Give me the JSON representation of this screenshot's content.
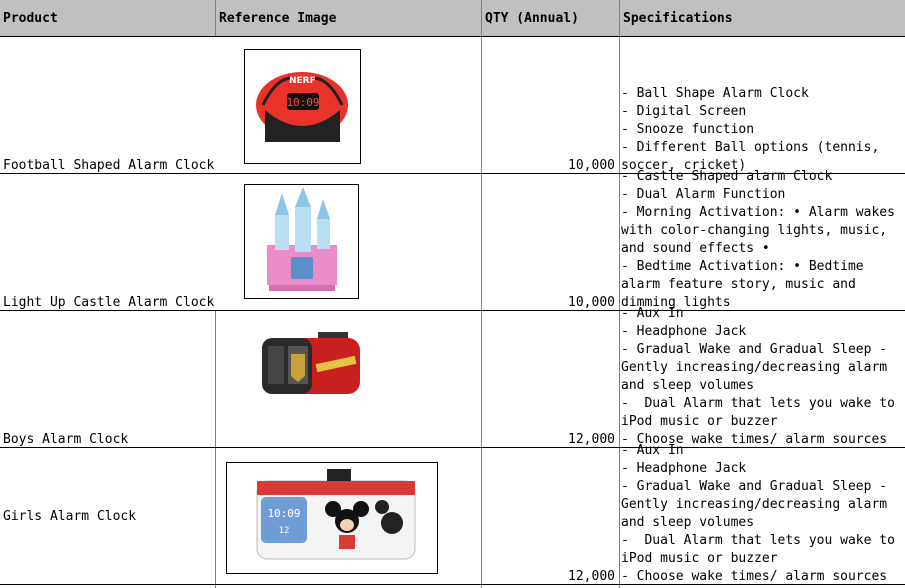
{
  "columns": [
    "Product",
    "Reference Image",
    "QTY (Annual)",
    "Specifications"
  ],
  "rows": [
    {
      "product": "Football Shaped Alarm Clock",
      "image_icon": "football-alarm-clock-image",
      "image_text": {
        "brand": "NERF",
        "time": "10:09"
      },
      "qty": "10,000",
      "specs": "- Ball Shape Alarm Clock\n- Digital Screen\n- Snooze function\n- Different Ball options (tennis, soccer, cricket)"
    },
    {
      "product": "Light Up Castle Alarm Clock",
      "image_icon": "castle-alarm-clock-image",
      "qty": "10,000",
      "specs": "- Castle Shaped alarm Clock\n- Dual Alarm Function\n- Morning Activation: • Alarm wakes with color-changing lights, music, and sound effects •\n- Bedtime Activation: • Bedtime alarm feature story, music and dimming lights"
    },
    {
      "product": "Boys Alarm Clock",
      "image_icon": "iron-man-alarm-clock-image",
      "qty": "12,000",
      "specs": "- Aux In\n- Headphone Jack\n- Gradual Wake and Gradual Sleep - Gently increasing/decreasing alarm and sleep volumes\n-  Dual Alarm that lets you wake to iPod music or buzzer\n- Choose wake times/ alarm sources"
    },
    {
      "product": "Girls Alarm Clock",
      "image_icon": "mickey-alarm-clock-image",
      "image_text": {
        "time": "10:09",
        "date": "12"
      },
      "qty": "12,000",
      "specs": "- Aux In\n- Headphone Jack\n- Gradual Wake and Gradual Sleep - Gently increasing/decreasing alarm and sleep volumes\n-  Dual Alarm that lets you wake to iPod music or buzzer\n- Choose wake times/ alarm sources"
    }
  ],
  "colors": {
    "header_bg": "#c0c0c0",
    "grid": "#808080"
  }
}
